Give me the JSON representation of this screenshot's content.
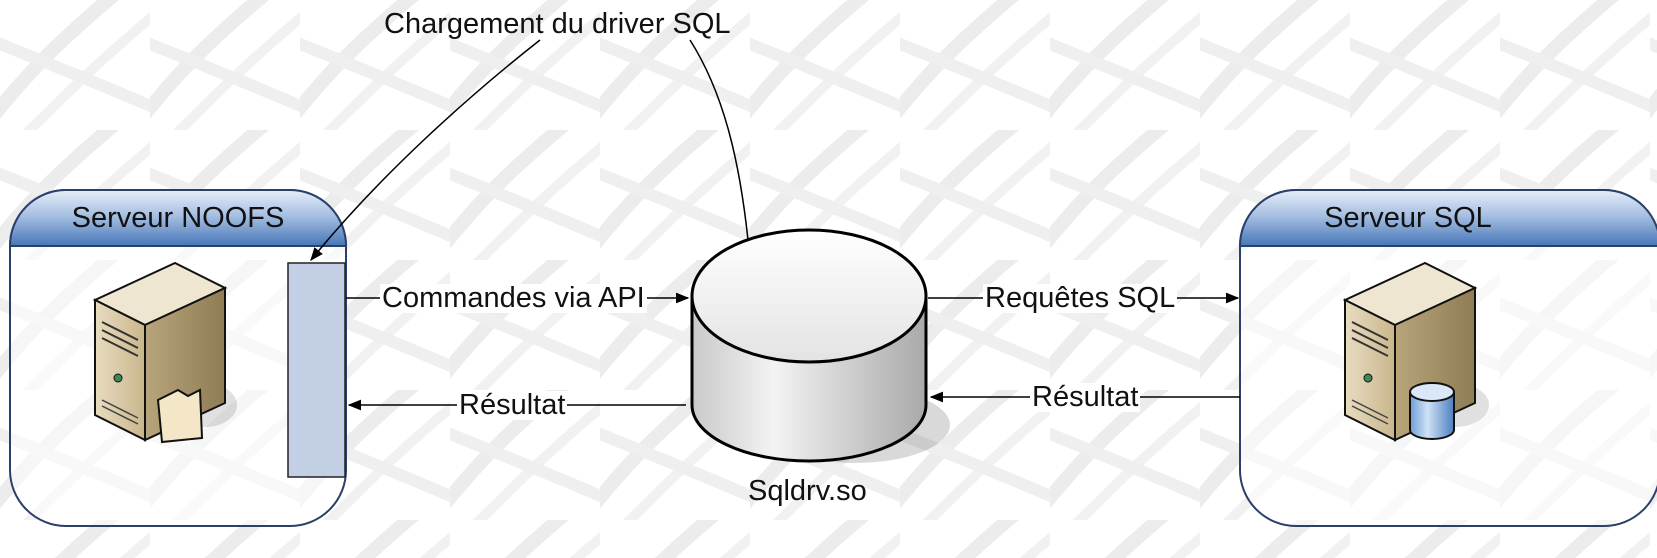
{
  "callout": {
    "loading_label": "Chargement du driver SQL"
  },
  "noofs_server": {
    "title": "Serveur NOOFS",
    "icon": "file-server-icon"
  },
  "sql_server": {
    "title": "Serveur SQL",
    "icon": "database-server-icon"
  },
  "driver": {
    "name": "Sqldrv.so",
    "icon": "cylinder-database-icon"
  },
  "flows": {
    "commands": "Commandes via API",
    "result_left": "Résultat",
    "requests": "Requêtes SQL",
    "result_right": "Résultat"
  },
  "colors": {
    "header_blue": "#4f7fbd",
    "header_light": "#dfe8f5",
    "module_fill": "#c3cfe4",
    "border": "#2b3f6b"
  }
}
